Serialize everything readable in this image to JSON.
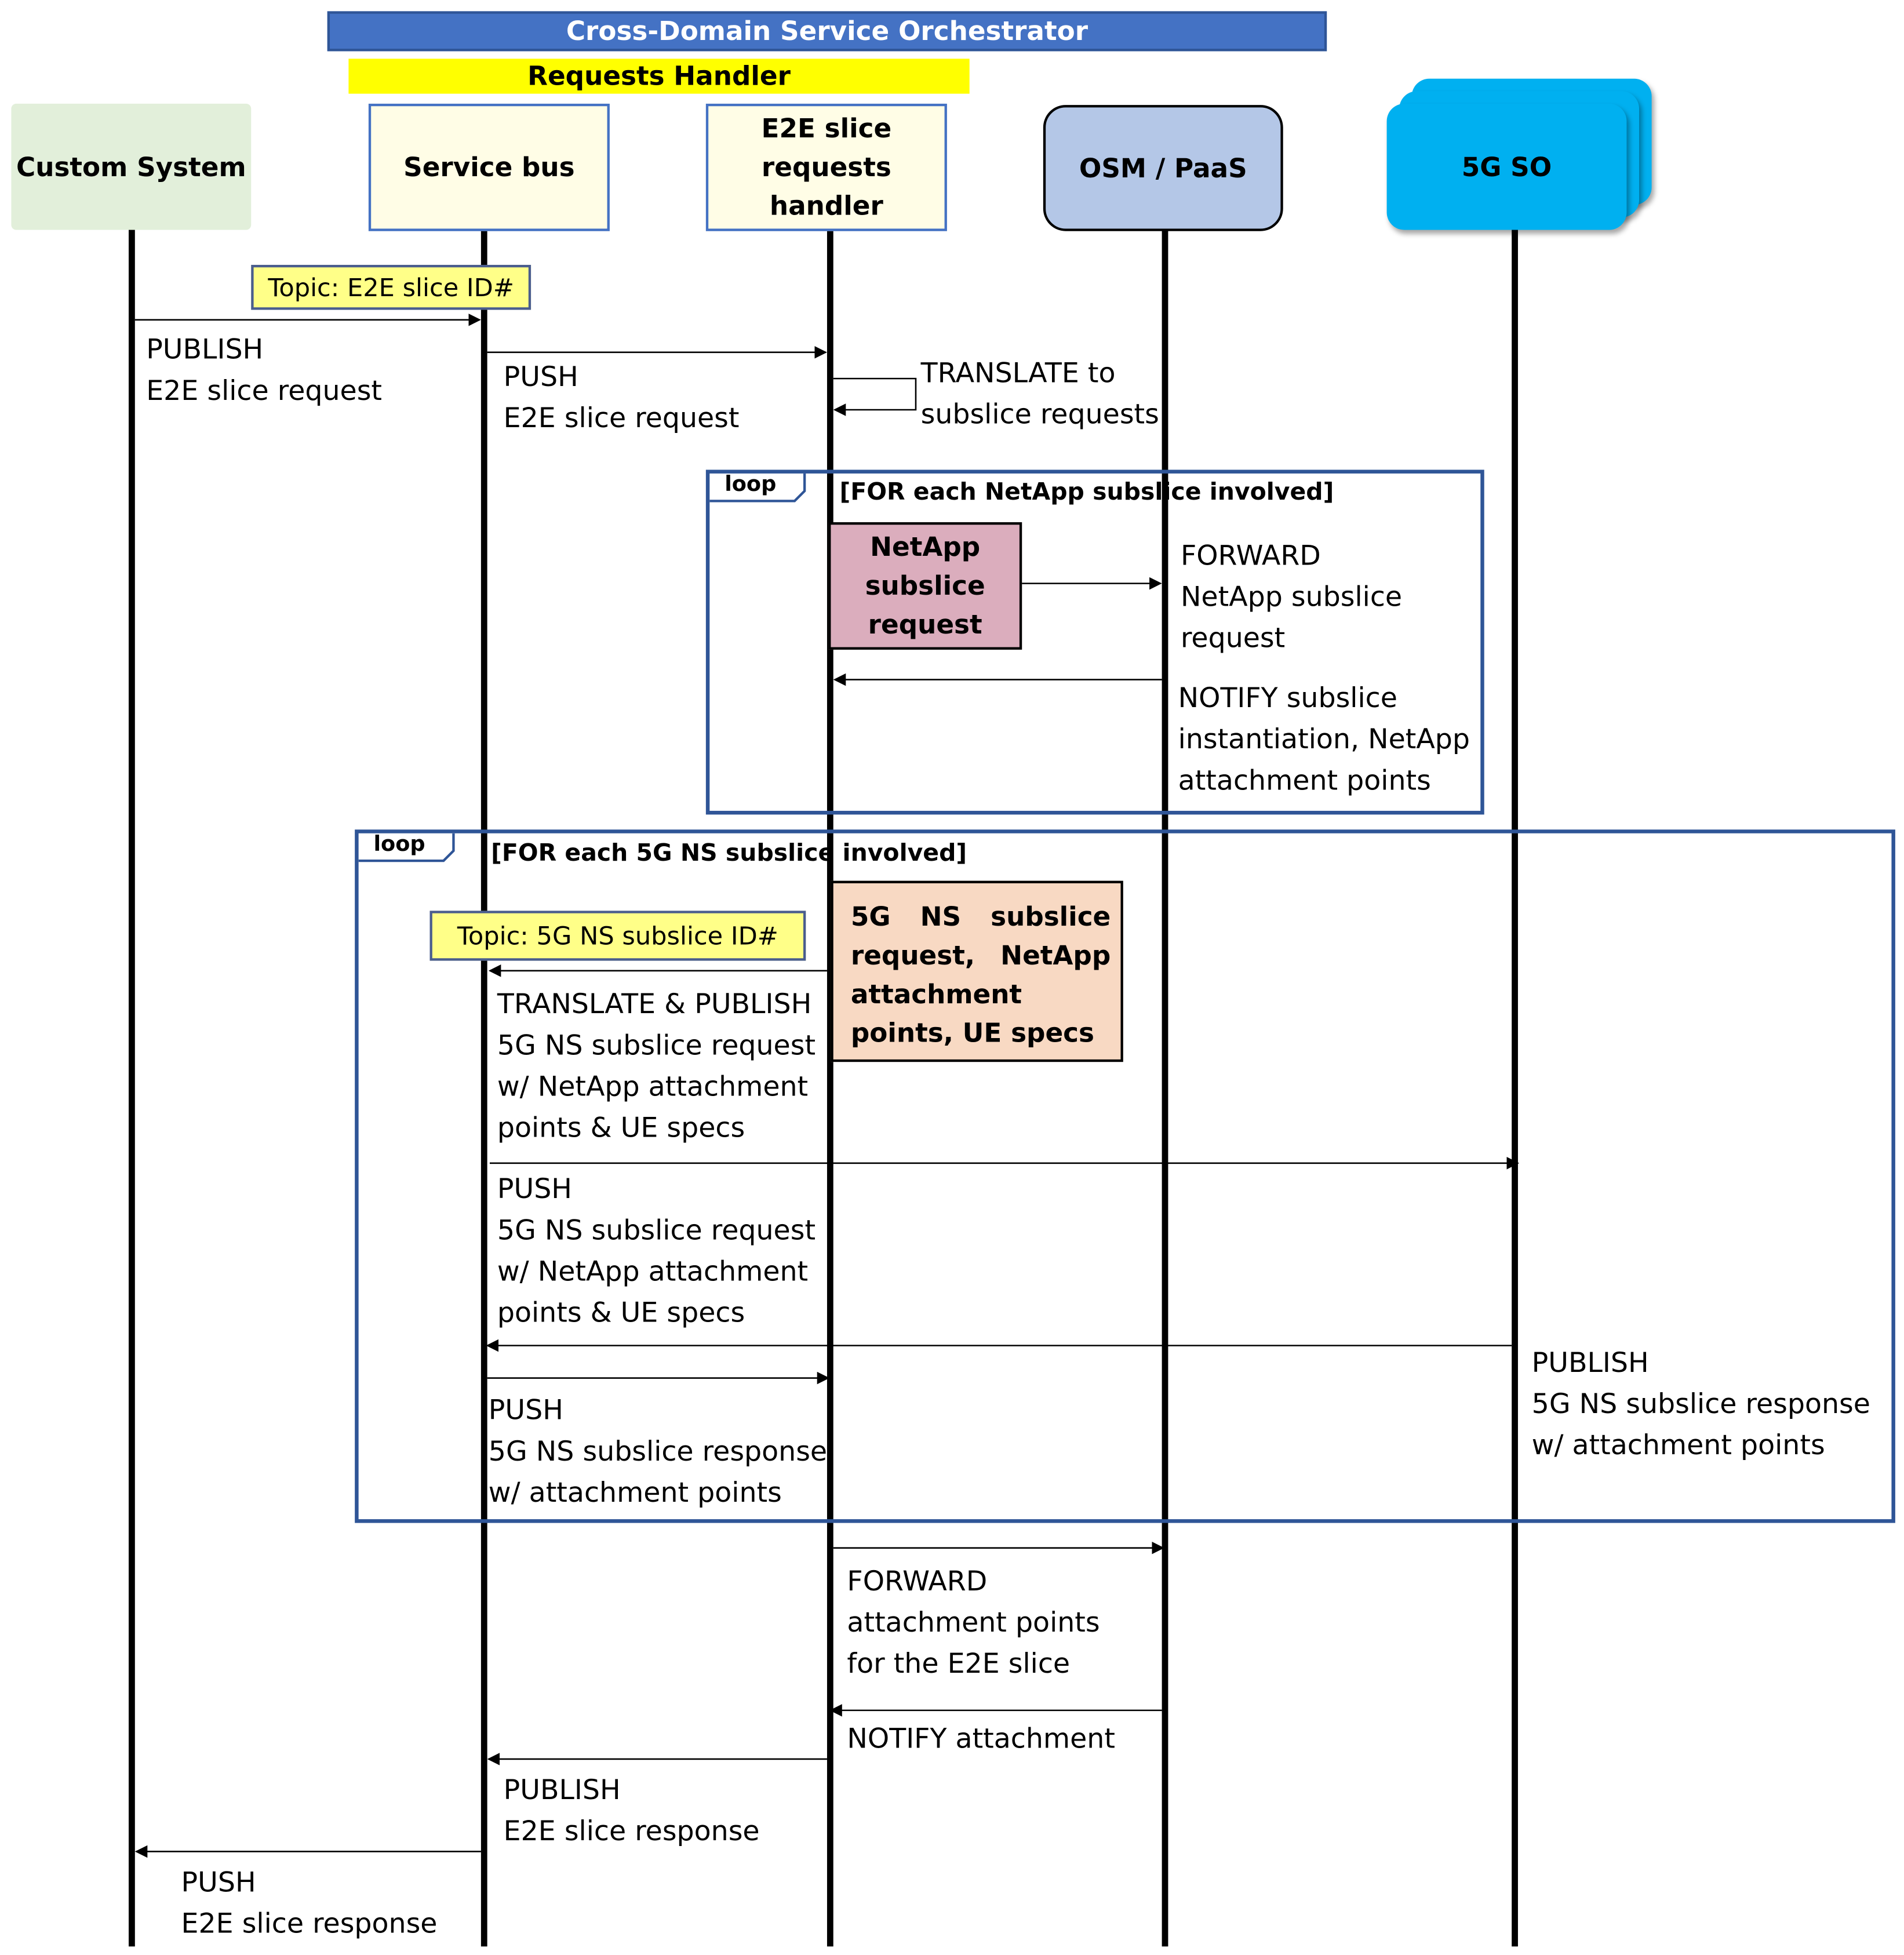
{
  "orchestrator_title": "Cross-Domain Service Orchestrator",
  "requests_handler_title": "Requests Handler",
  "participants": {
    "custom_system": "Custom System",
    "service_bus": "Service bus",
    "e2e_handler": "E2E slice requests handler",
    "osm_paas": "OSM / PaaS",
    "so_5g": "5G SO"
  },
  "notes": {
    "topic_e2e": "Topic: E2E slice ID#",
    "topic_5gns": "Topic: 5G NS subslice ID#"
  },
  "messages": {
    "publish_e2e_request": "PUBLISH\nE2E slice request",
    "push_e2e_request": "PUSH\nE2E slice request",
    "translate_subslice": "TRANSLATE to\nsubslice requests",
    "forward_netapp": "FORWARD\nNetApp subslice\nrequest",
    "notify_subslice": "NOTIFY subslice\ninstantiation, NetApp\nattachment points",
    "translate_publish_5gns": "TRANSLATE & PUBLISH\n5G NS subslice request\nw/ NetApp attachment\npoints & UE specs",
    "push_5gns_request": "PUSH\n5G NS subslice request\nw/ NetApp attachment\npoints & UE specs",
    "publish_5gns_response": "PUBLISH\n5G NS subslice response\nw/ attachment points",
    "push_5gns_response": "PUSH\n5G NS subslice response\nw/ attachment points",
    "forward_attachment": "FORWARD\nattachment points\nfor the E2E slice",
    "notify_attachment": "NOTIFY attachment",
    "publish_e2e_response": "PUBLISH\nE2E slice response",
    "push_e2e_response": "PUSH\nE2E slice response"
  },
  "loops": {
    "netapp": {
      "tag": "loop",
      "guard": "[FOR each NetApp subslice involved]"
    },
    "ns5g": {
      "tag": "loop",
      "guard": "[FOR each 5G NS subslice involved]"
    }
  },
  "activations": {
    "netapp_request": "NetApp subslice request",
    "ns5g_request": "5G NS subslice request, NetApp attachment points, UE specs"
  },
  "colors": {
    "orchestrator_band": "#4472c4",
    "requests_handler_band": "#ffff00",
    "custom_system_fill": "#e2efda",
    "handler_fill": "#fffde6",
    "osm_fill": "#b4c7e7",
    "so_fill": "#00b0f0",
    "frame_border": "#2f5597",
    "note_fill": "#ffff88",
    "netapp_fill": "#dbadbd",
    "ns5g_fill": "#f8d9c3"
  }
}
